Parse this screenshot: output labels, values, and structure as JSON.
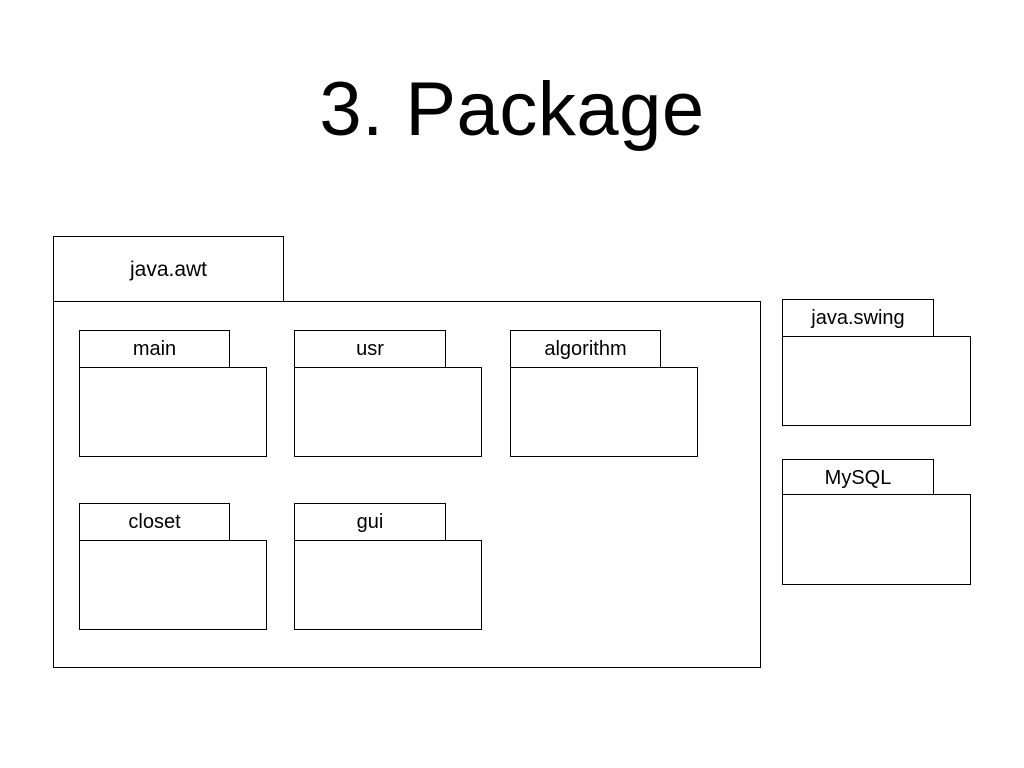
{
  "slide": {
    "title": "3. Package"
  },
  "diagram": {
    "outer_package": {
      "label": "java.awt",
      "inner_packages": [
        {
          "label": "main"
        },
        {
          "label": "usr"
        },
        {
          "label": "algorithm"
        },
        {
          "label": "closet"
        },
        {
          "label": "gui"
        }
      ]
    },
    "side_packages": [
      {
        "label": "java.swing"
      },
      {
        "label": "MySQL"
      }
    ],
    "colors": {
      "stroke": "#000000",
      "fill": "#ffffff"
    }
  }
}
